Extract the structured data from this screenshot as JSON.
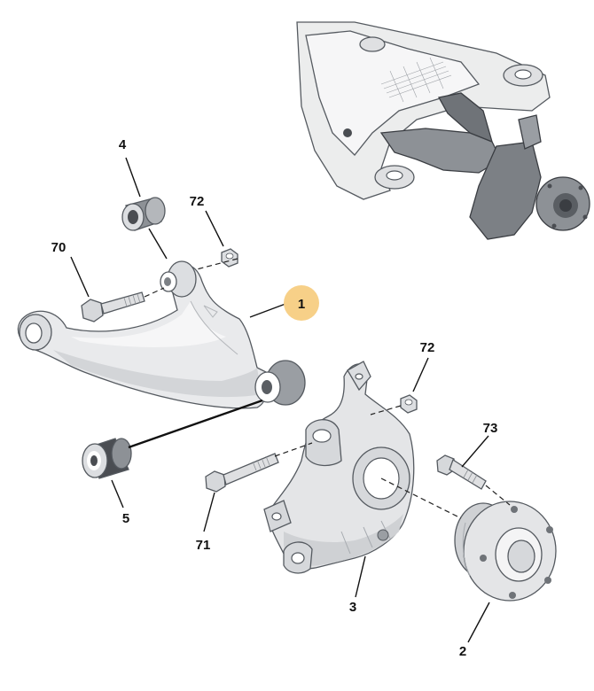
{
  "callouts": {
    "c1": "1",
    "c2": "2",
    "c3": "3",
    "c4": "4",
    "c5": "5",
    "c70": "70",
    "c71": "71",
    "c72a": "72",
    "c72b": "72",
    "c73": "73"
  },
  "colors": {
    "highlight": "#f7d088",
    "part_fill": "#e9eaec",
    "part_shade": "#c9ccd0",
    "part_dark": "#8d9196",
    "bushing_dark": "#4a4d52"
  }
}
